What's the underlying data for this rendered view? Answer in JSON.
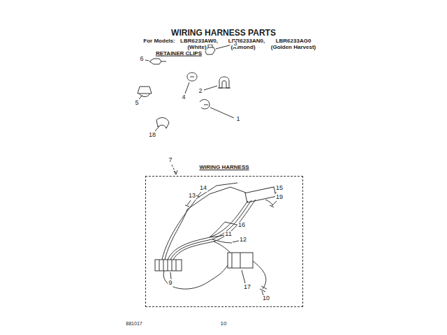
{
  "diagram": {
    "title": "WIRING HARNESS PARTS",
    "nodes": [
      {
        "text": [
          "WIRING HARNESS"
        ]
      }
    ],
    "labels": [
      "For Models:",
      "LBR6233AW0,",
      "LBR6233AN0,",
      "LBR6233AG0",
      "(White)",
      "(Almond)",
      "(Golden Harvest)",
      "RETAINER CLIPS",
      "6",
      "3",
      "2",
      "4",
      "5",
      "1",
      "18",
      "7",
      "13",
      "14",
      "15",
      "19",
      "16",
      "11",
      "12",
      "9",
      "17",
      "10",
      "881017",
      "10"
    ]
  }
}
